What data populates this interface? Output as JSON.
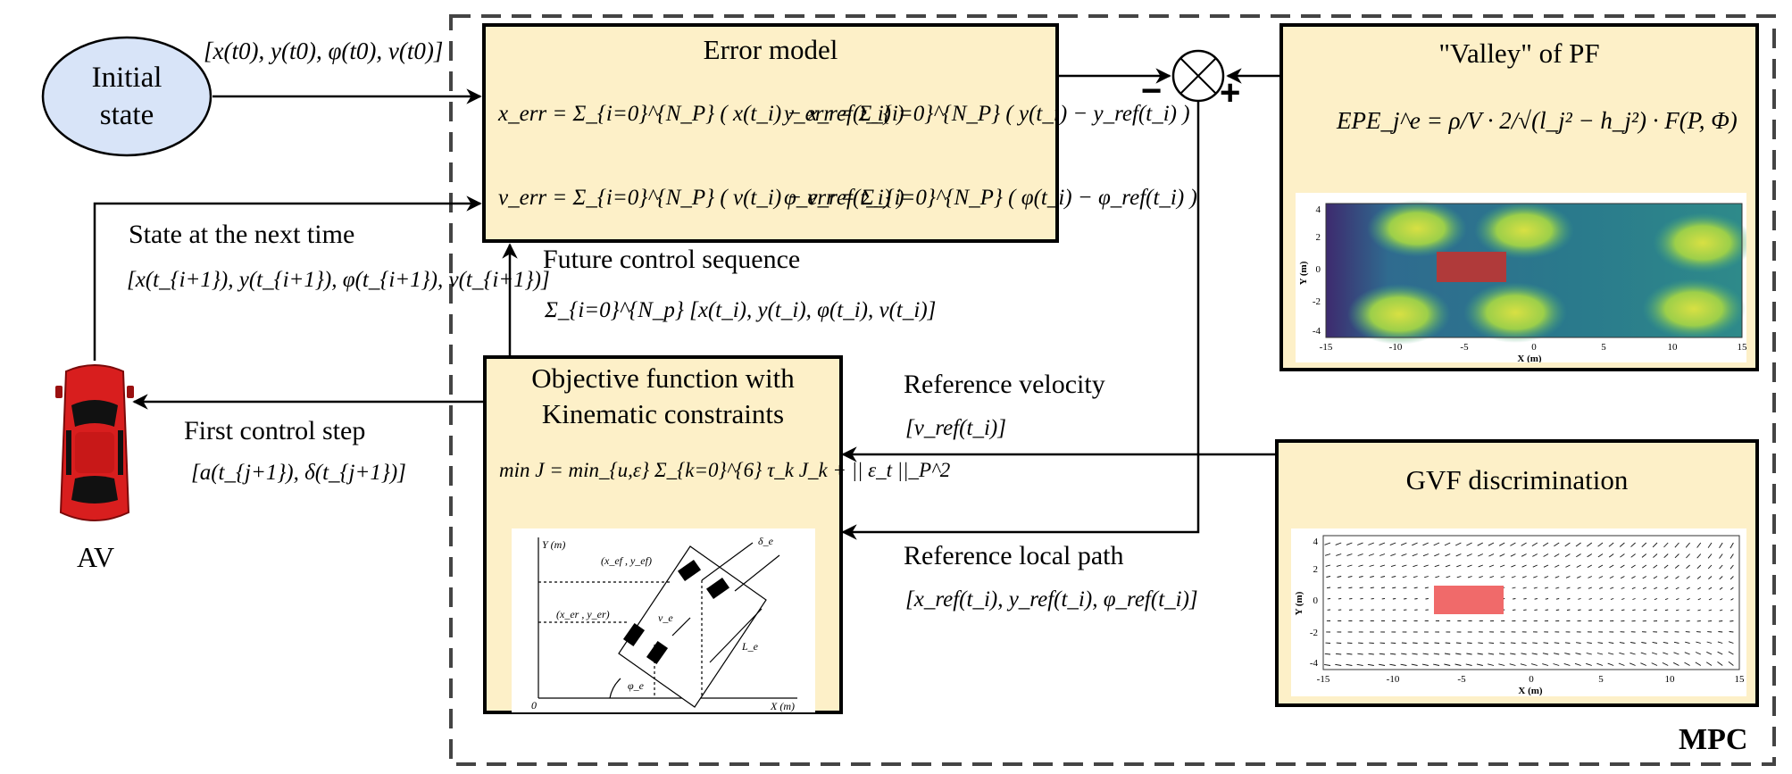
{
  "nodes": {
    "initial_state": {
      "line1": "Initial",
      "line2": "state"
    },
    "error_model": {
      "title": "Error model",
      "eq_x": "x_err = Σ_{i=0}^{N_P} ( x(t_i) − x_ref(t_i) )",
      "eq_y": "y_err = Σ_{i=0}^{N_P} ( y(t_i) − y_ref(t_i) )",
      "eq_v": "v_err = Σ_{i=0}^{N_P} ( v(t_i) − v_ref(t_i) )",
      "eq_phi": "φ_err = Σ_{i=0}^{N_P} ( φ(t_i) − φ_ref(t_i) )"
    },
    "valley_pf": {
      "title": "\"Valley\" of PF",
      "formula": "EPE_j^e = ρ/V · 2/√(l_j² − h_j²) · F(P, Φ)"
    },
    "objective": {
      "line1": "Objective function with",
      "line2": "Kinematic constraints",
      "formula": "min J = min_{u,ε} Σ_{k=0}^{6} τ_k J_k + || ε_t ||_P^2"
    },
    "gvf": {
      "title": "GVF discrimination"
    },
    "av": {
      "label": "AV"
    },
    "mpc": {
      "label": "MPC"
    },
    "sum_minus": "−",
    "sum_plus": "+"
  },
  "edges": {
    "initial_state_vector": "[x(t0), y(t0), φ(t0), v(t0)]",
    "state_next_label": "State at the next time",
    "state_next_vector": "[x(t_{i+1}), y(t_{i+1}), φ(t_{i+1}), v(t_{i+1})]",
    "future_seq_label": "Future control sequence",
    "future_seq_formula": "Σ_{i=0}^{N_p} [x(t_i), y(t_i), φ(t_i), v(t_i)]",
    "first_step_label": "First control step",
    "first_step_vector": "[a(t_{j+1}), δ(t_{j+1})]",
    "ref_velocity_label": "Reference velocity",
    "ref_velocity_vector": "[v_ref(t_i)]",
    "ref_path_label": "Reference local path",
    "ref_path_vector": "[x_ref(t_i), y_ref(t_i), φ_ref(t_i)]"
  },
  "pf_plot": {
    "xlabel": "X (m)",
    "ylabel": "Y (m)",
    "xticks": [
      "-15",
      "-10",
      "-5",
      "0",
      "5",
      "10",
      "15"
    ],
    "yticks": [
      "4",
      "2",
      "0",
      "-2",
      "-4"
    ]
  },
  "gvf_plot": {
    "xlabel": "X (m)",
    "ylabel": "Y (m)",
    "xticks": [
      "-15",
      "-10",
      "-5",
      "0",
      "5",
      "10",
      "15"
    ],
    "yticks": [
      "4",
      "2",
      "0",
      "-2",
      "-4"
    ]
  },
  "kin_diagram": {
    "y_axis": "Y (m)",
    "x_axis": "X (m)",
    "origin": "0",
    "pt_front": "(x_ef , y_ef)",
    "pt_rear": "(x_er , y_er)",
    "v": "v_e",
    "delta": "δ_e",
    "L": "L_e",
    "phi": "φ_e"
  },
  "colors": {
    "box_fill": "#fdf0c8",
    "ellipse_fill": "#d8e4f8",
    "car_red": "#d81e1e",
    "obstacle": "#b03a3a"
  }
}
